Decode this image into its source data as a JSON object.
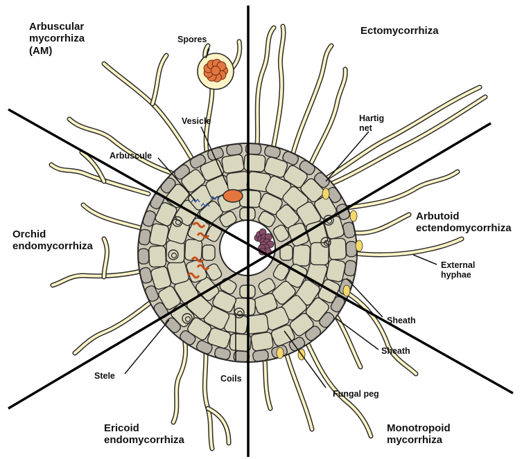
{
  "quadrants": {
    "am": {
      "line1": "Arbuscular",
      "line2": "mycorrhiza",
      "line3": "(AM)"
    },
    "ecto": {
      "line1": "Ectomycorrhiza"
    },
    "arbutoid": {
      "line1": "Arbutoid",
      "line2": "ectendomycorrhiza"
    },
    "orchid": {
      "line1": "Orchid",
      "line2": "endomycorrhiza"
    },
    "ericoid": {
      "line1": "Ericoid",
      "line2": "endomycorrhiza"
    },
    "monotropoid": {
      "line1": "Monotropoid",
      "line2": "mycorrhiza"
    }
  },
  "structures": {
    "spores": "Spores",
    "vesicle": "Vesicle",
    "arbuscule": "Arbuscule",
    "hartig1": "Hartig",
    "hartig2": "net",
    "external1": "External",
    "external2": "hyphae",
    "sheath_upper": "Sheath",
    "sheath_lower": "Sheath",
    "fungal_peg": "Fungal peg",
    "coils": "Coils",
    "stele": "Stele"
  },
  "colors": {
    "cell_fill": "#d9d7bd",
    "cell_edge": "#2a2a2a",
    "cortex_gray": "#b8b3a8",
    "hypha_fill": "#fff4c6",
    "hypha_glow": "#f5d86a",
    "spore": "#e3763f",
    "stele": "#8a4a6a",
    "arbuscule_red": "#c8501c"
  }
}
